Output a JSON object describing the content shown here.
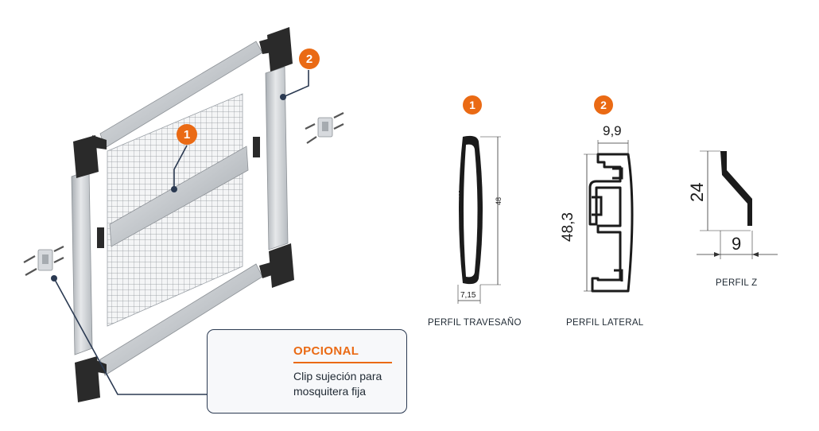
{
  "markers": {
    "one": "1",
    "two": "2"
  },
  "profiles": [
    {
      "marker": "1",
      "caption": "PERFIL TRAVESAÑO",
      "dims": {
        "height": "48",
        "width": "7,15"
      }
    },
    {
      "marker": "2",
      "caption": "PERFIL LATERAL",
      "dims": {
        "height": "48,3",
        "width": "9,9"
      }
    },
    {
      "caption": "PERFIL Z",
      "dims": {
        "height": "24",
        "width": "9"
      }
    }
  ],
  "optional": {
    "title": "OPCIONAL",
    "description": "Clip sujeción para mosquitera fija"
  },
  "colors": {
    "accent": "#ea6a14",
    "navy": "#2b3a52",
    "aluminium": "#c9ccd0",
    "corner": "#2a2a2a",
    "mesh": "#8a8f96"
  }
}
